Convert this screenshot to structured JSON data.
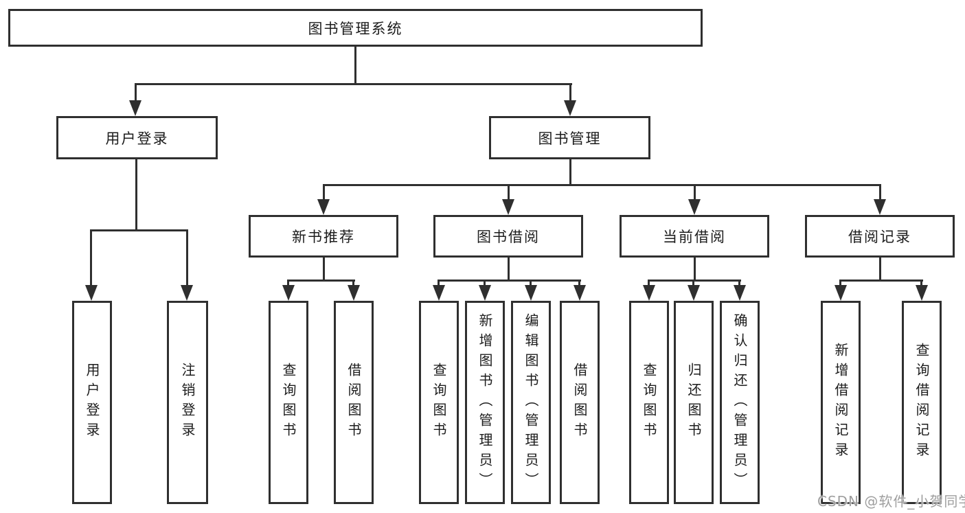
{
  "diagram_title": "图书管理系统",
  "nodes": {
    "root": "图书管理系统",
    "user_login": "用户登录",
    "book_mgmt": "图书管理",
    "new_book_rec": "新书推荐",
    "book_borrow": "图书借阅",
    "current_borrow": "当前借阅",
    "borrow_record": "借阅记录",
    "ul_user_login": "用户登录",
    "ul_logout": "注销登录",
    "nbr_query_book": "查询图书",
    "nbr_borrow_book": "借阅图书",
    "bb_query_book": "查询图书",
    "bb_add_book": "新增图书（管理员）",
    "bb_edit_book": "编辑图书（管理员）",
    "bb_borrow_book": "借阅图书",
    "cb_query_book": "查询图书",
    "cb_return_book": "归还图书",
    "cb_confirm_return": "确认归还（管理员）",
    "br_add_record": "新增借阅记录",
    "br_query_record": "查询借阅记录"
  },
  "watermark": "CSDN @软件_小贺同学",
  "colors": {
    "line": "#2f2f2f",
    "text": "#1c1c1c",
    "watermark": "#9e9e9e",
    "background": "#ffffff"
  }
}
